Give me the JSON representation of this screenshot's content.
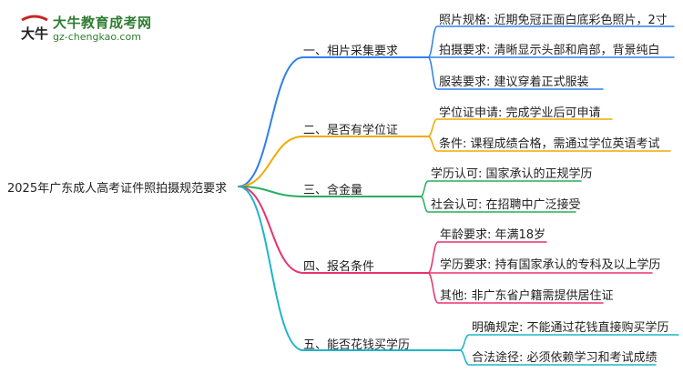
{
  "logo": {
    "title": "大牛教育成考网",
    "url": "gz-chengkao.com",
    "mark_text": "大牛"
  },
  "root": "2025年广东成人高考证件照拍摄规范要求",
  "branches": [
    {
      "label": "一、相片采集要求",
      "color": "#2f80ed",
      "leaves": [
        "照片规格: 近期免冠正面白底彩色照片，2寸",
        "拍摄要求: 清晰显示头部和肩部，背景纯白",
        "服装要求: 建议穿着正式服装"
      ]
    },
    {
      "label": "二、是否有学位证",
      "color": "#f2a900",
      "leaves": [
        "学位证申请: 完成学业后可申请",
        "条件: 课程成绩合格，需通过学位英语考试"
      ]
    },
    {
      "label": "三、含金量",
      "color": "#27ae60",
      "leaves": [
        "学历认可: 国家承认的正规学历",
        "社会认可: 在招聘中广泛接受"
      ]
    },
    {
      "label": "四、报名条件",
      "color": "#e8336d",
      "leaves": [
        "年龄要求: 年满18岁",
        "学历要求: 持有国家承认的专科及以上学历",
        "其他: 非广东省户籍需提供居住证"
      ]
    },
    {
      "label": "五、能否花钱买学历",
      "color": "#1fb5c9",
      "leaves": [
        "明确规定: 不能通过花钱直接购买学历",
        "合法途径: 必须依赖学习和考试成绩"
      ]
    }
  ]
}
